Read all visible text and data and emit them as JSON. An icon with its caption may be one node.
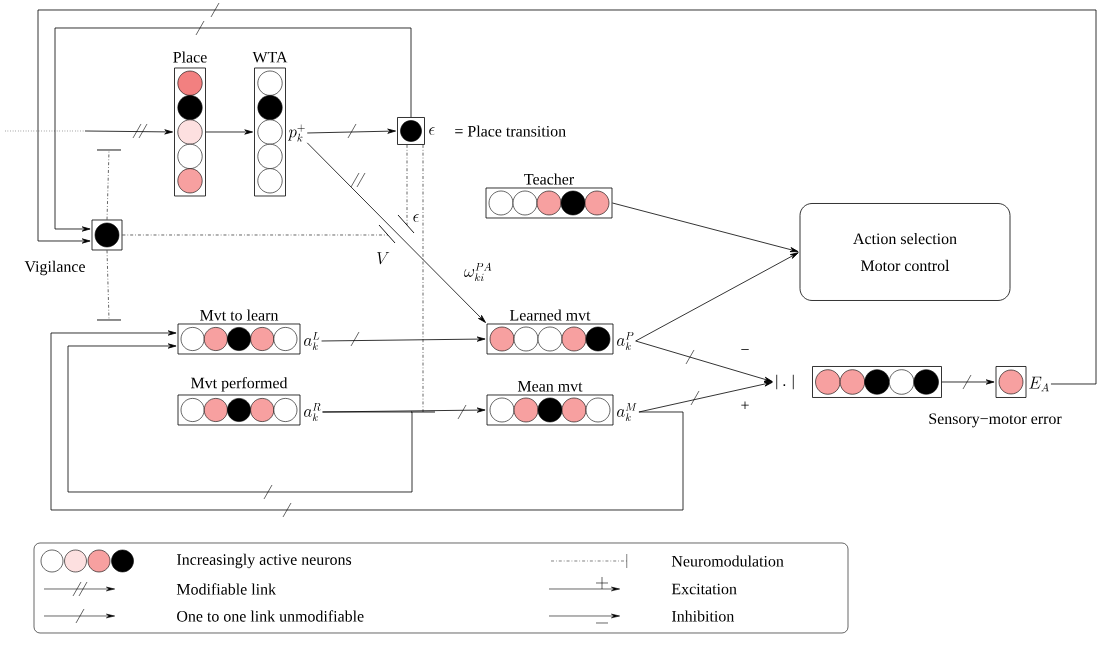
{
  "diagram": {
    "nodes": [
      {
        "text": [
          "Place"
        ]
      },
      {
        "text": [
          "WTA"
        ],
        "beside": [
          "p_k^+"
        ]
      },
      {
        "text": [
          "= Place transition"
        ],
        "beside": [
          "\\epsilon"
        ]
      },
      {
        "text": [
          "Vigilance"
        ]
      },
      {
        "text": [
          "Teacher"
        ]
      },
      {
        "text": [
          "Action selection",
          "Motor control"
        ]
      },
      {
        "text": [
          "Mvt to learn"
        ],
        "beside": [
          "a_k^L"
        ]
      },
      {
        "text": [
          "Learned mvt"
        ],
        "beside": [
          "a_k^P"
        ]
      },
      {
        "text": [
          "Mvt performed"
        ],
        "beside": [
          "a_k^R"
        ]
      },
      {
        "text": [
          "Mean mvt"
        ],
        "beside": [
          "a_k^M"
        ]
      },
      {
        "text": [
          "| . |"
        ]
      },
      {
        "text": [
          "Sensory−motor error"
        ]
      },
      {
        "text": [],
        "shape": "box",
        "beside": [
          "E_A"
        ]
      }
    ],
    "edges": [
      {
        "from": null,
        "to": 0,
        "arrow": "to"
      },
      {
        "from": 0,
        "to": 1,
        "arrow": "to"
      },
      {
        "from": 1,
        "to": 2,
        "arrow": "to"
      },
      {
        "from": 1,
        "to": 7,
        "arrow": "to",
        "label": "\\omega_{ki}^{PA}"
      },
      {
        "from": 2,
        "to": 3,
        "arrow": "to"
      },
      {
        "from": 12,
        "to": 3,
        "arrow": "to"
      },
      {
        "from": 4,
        "to": 5,
        "arrow": "to"
      },
      {
        "from": 7,
        "to": 5,
        "arrow": "to"
      },
      {
        "from": 6,
        "to": 7,
        "arrow": "to"
      },
      {
        "from": 8,
        "to": 9,
        "arrow": "to"
      },
      {
        "from": 8,
        "to": 6,
        "arrow": "to"
      },
      {
        "from": 9,
        "to": 6,
        "arrow": "to"
      },
      {
        "from": 7,
        "to": 10,
        "arrow": "to",
        "label": "−"
      },
      {
        "from": 9,
        "to": 10,
        "arrow": "to",
        "label": "+"
      },
      {
        "from": 11,
        "to": 12,
        "arrow": "to"
      },
      {
        "from": 3,
        "to": null,
        "arrow": "none",
        "style": "dashed"
      },
      {
        "from": 3,
        "to": null,
        "arrow": "none",
        "style": "dashed"
      },
      {
        "from": 3,
        "to": null,
        "arrow": "none",
        "style": "dashed",
        "label": "V"
      },
      {
        "from": 2,
        "to": null,
        "arrow": "none",
        "style": "dashed",
        "label": "\\epsilon"
      },
      {
        "from": 2,
        "to": null,
        "arrow": "none",
        "style": "dashed"
      }
    ],
    "legend": [
      {
        "text": "Increasingly active neurons"
      },
      {
        "text": "Neuromodulation"
      },
      {
        "text": "Modifiable link"
      },
      {
        "text": "Excitation"
      },
      {
        "text": "One to one link unmodifiable"
      },
      {
        "text": "Inhibition"
      }
    ]
  }
}
